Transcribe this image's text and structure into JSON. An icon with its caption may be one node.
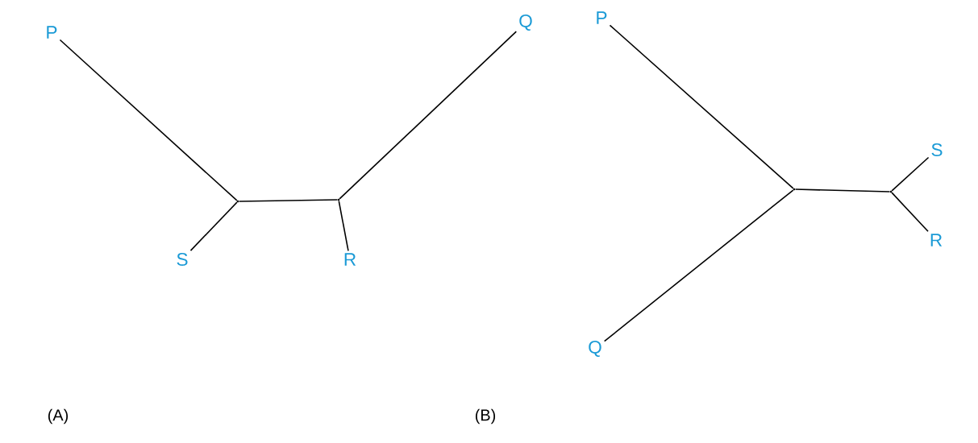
{
  "diagram": {
    "nodes": [
      {
        "text": [
          "P"
        ]
      },
      {
        "text": [
          "Q"
        ]
      },
      {
        "text": [],
        "shape": "point"
      },
      {
        "text": [],
        "shape": "point"
      },
      {
        "text": [
          "S"
        ]
      },
      {
        "text": [
          "R"
        ]
      },
      {
        "text": [
          "P"
        ]
      },
      {
        "text": [
          "S"
        ]
      },
      {
        "text": [],
        "shape": "point"
      },
      {
        "text": [],
        "shape": "point"
      },
      {
        "text": [
          "R"
        ]
      },
      {
        "text": [
          "Q"
        ]
      }
    ],
    "edges": [
      {
        "from": 0,
        "to": 2,
        "arrow": "none"
      },
      {
        "from": 2,
        "to": 3,
        "arrow": "none"
      },
      {
        "from": 3,
        "to": 1,
        "arrow": "none"
      },
      {
        "from": 2,
        "to": 4,
        "arrow": "none"
      },
      {
        "from": 3,
        "to": 5,
        "arrow": "none"
      },
      {
        "from": 6,
        "to": 8,
        "arrow": "none"
      },
      {
        "from": 8,
        "to": 11,
        "arrow": "none"
      },
      {
        "from": 8,
        "to": 9,
        "arrow": "none"
      },
      {
        "from": 9,
        "to": 7,
        "arrow": "none"
      },
      {
        "from": 9,
        "to": 10,
        "arrow": "none"
      }
    ],
    "labels": [
      "(A)",
      "(B)"
    ]
  }
}
